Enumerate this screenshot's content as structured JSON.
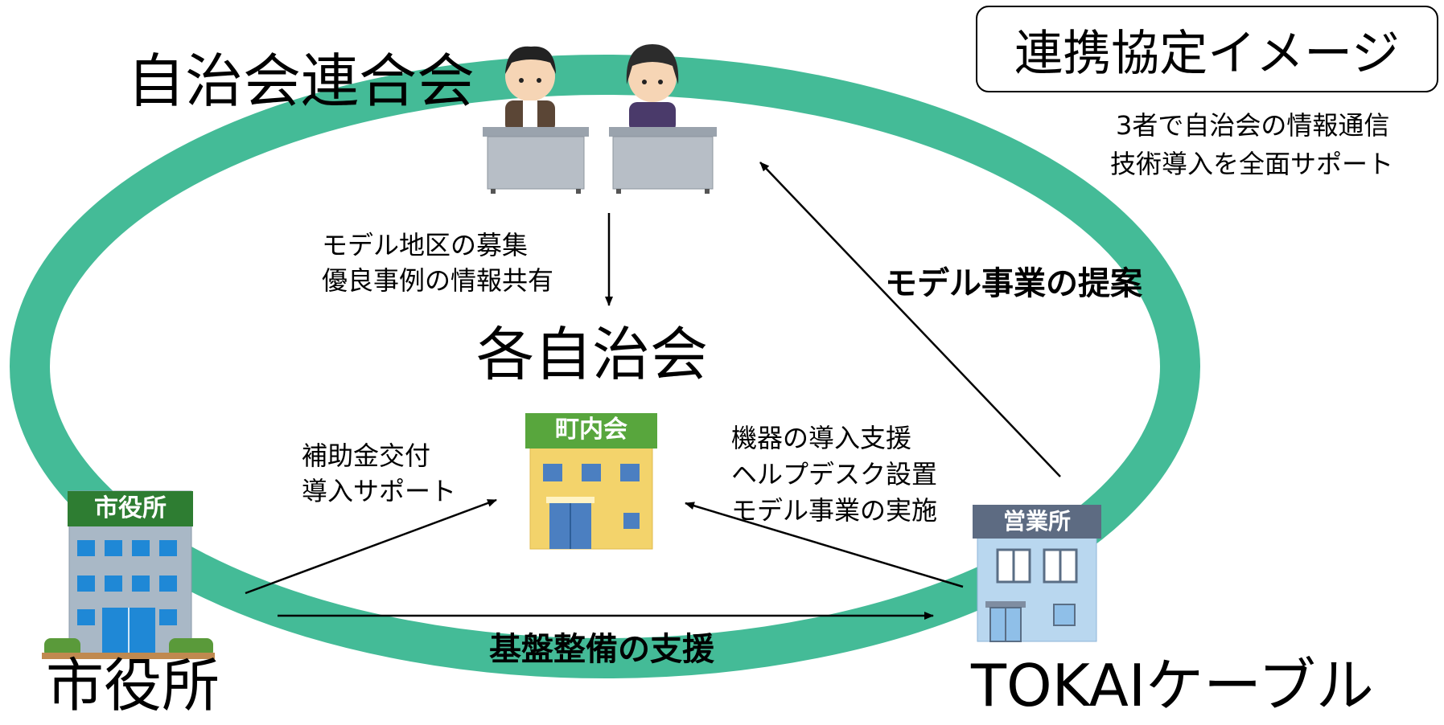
{
  "title": "連携協定イメージ",
  "subtitle": [
    "3者で自治会の情報通信",
    "技術導入を全面サポート"
  ],
  "nodes": {
    "federation": "自治会連合会",
    "each_association": "各自治会",
    "city_hall": "市役所",
    "tokai": "TOKAIケーブル"
  },
  "building_signs": {
    "city_hall": "市役所",
    "neighborhood": "町内会",
    "office": "営業所"
  },
  "edges": {
    "federation_to_each": [
      "モデル地区の募集",
      "優良事例の情報共有"
    ],
    "tokai_to_federation": "モデル事業の提案",
    "city_to_each": [
      "補助金交付",
      "導入サポート"
    ],
    "tokai_to_each": [
      "機器の導入支援",
      "ヘルプデスク設置",
      "モデル事業の実施"
    ],
    "city_to_tokai": "基盤整備の支援"
  },
  "colors": {
    "ring": "#44bb97",
    "city_sign": "#2e7d32",
    "neighborhood_sign": "#58a63d",
    "neighborhood_building": "#f3d36b",
    "office_sign": "#5d6b82",
    "office_building": "#b9d7ef",
    "city_building": "#a9b8c6",
    "window_blue": "#1f88d6"
  }
}
